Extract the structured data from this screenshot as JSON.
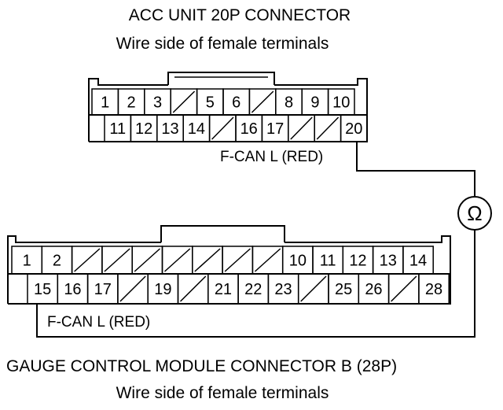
{
  "acc_connector": {
    "title": "ACC UNIT 20P CONNECTOR",
    "subtitle": "Wire side of female terminals",
    "wire_label": "F-CAN L (RED)",
    "top_row": [
      "1",
      "2",
      "3",
      "",
      "5",
      "6",
      "",
      "8",
      "9",
      "10"
    ],
    "bottom_row": [
      "11",
      "12",
      "13",
      "14",
      "",
      "16",
      "17",
      "",
      "",
      "20"
    ]
  },
  "gauge_connector": {
    "title": "GAUGE CONTROL MODULE CONNECTOR B (28P)",
    "subtitle": "Wire side of female terminals",
    "wire_label": "F-CAN L (RED)",
    "top_row": [
      "1",
      "2",
      "",
      "",
      "",
      "",
      "",
      "",
      "",
      "10",
      "11",
      "12",
      "13",
      "14"
    ],
    "bottom_row": [
      "15",
      "16",
      "17",
      "",
      "19",
      "",
      "21",
      "22",
      "23",
      "",
      "25",
      "26",
      "",
      "28"
    ]
  },
  "meter": {
    "symbol": "Ω",
    "icon": "ohmmeter-icon"
  }
}
